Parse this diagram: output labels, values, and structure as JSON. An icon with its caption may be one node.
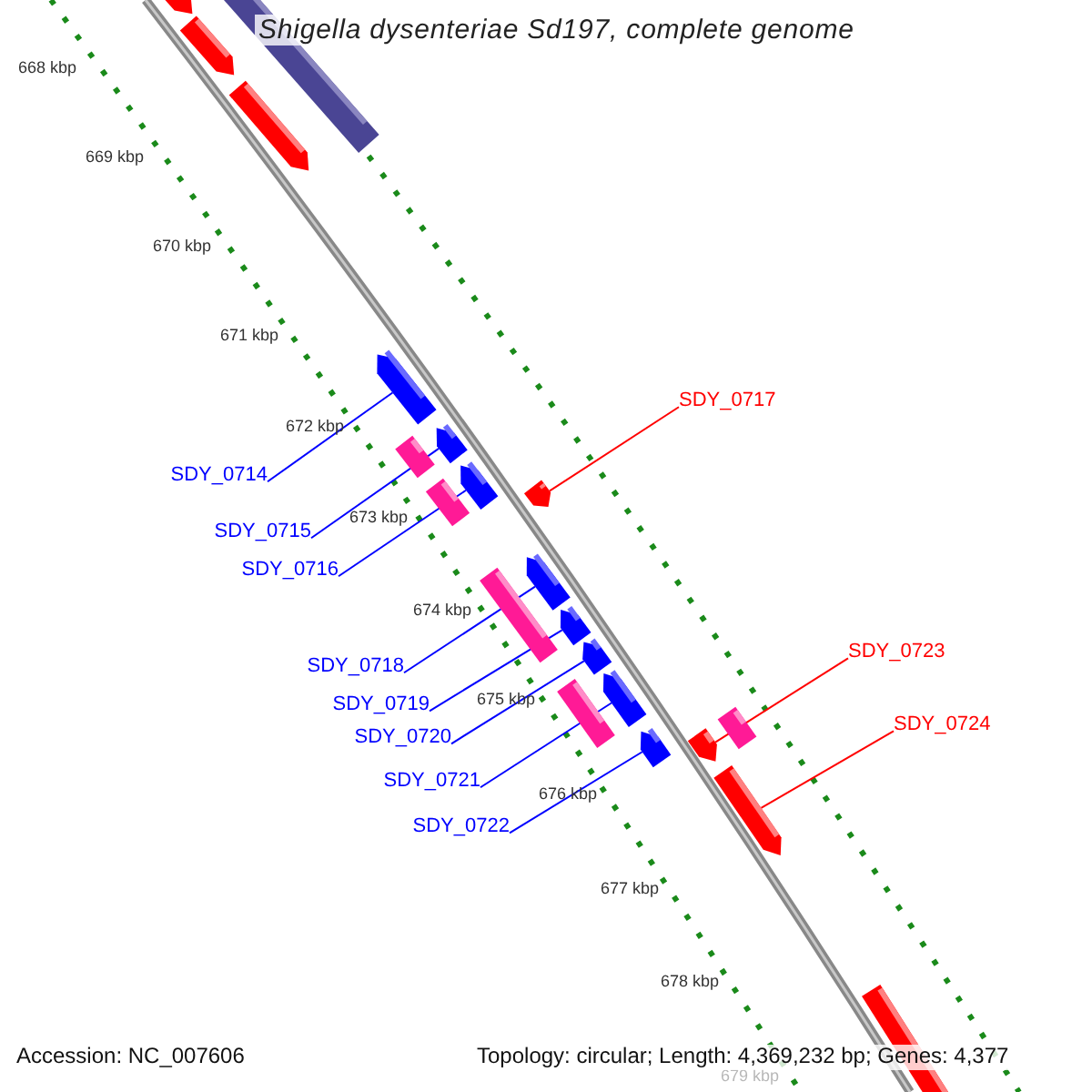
{
  "diagram": {
    "title": "Shigella dysenteriae Sd197, complete genome",
    "nodes": [
      {
        "text": [
          "SDY_0717"
        ]
      },
      {
        "text": [
          "SDY_0714"
        ]
      },
      {
        "text": [
          "SDY_0715"
        ]
      },
      {
        "text": [
          "SDY_0716"
        ]
      },
      {
        "text": [
          "SDY_0723"
        ]
      },
      {
        "text": [
          "SDY_0718"
        ]
      },
      {
        "text": [
          "SDY_0719"
        ]
      },
      {
        "text": [
          "SDY_0724"
        ]
      },
      {
        "text": [
          "SDY_0720"
        ]
      },
      {
        "text": [
          "SDY_0721"
        ]
      },
      {
        "text": [
          "SDY_0722"
        ]
      },
      {
        "text": [],
        "shape": "arrow"
      },
      {
        "text": [],
        "shape": "arrow"
      },
      {
        "text": [],
        "shape": "box"
      },
      {
        "text": [],
        "shape": "arrow"
      },
      {
        "text": [],
        "shape": "arrow"
      },
      {
        "text": [],
        "shape": "arrow"
      },
      {
        "text": [],
        "shape": "box"
      },
      {
        "text": [],
        "shape": "arrow"
      },
      {
        "text": [],
        "shape": "arrow"
      },
      {
        "text": [],
        "shape": "box"
      },
      {
        "text": [],
        "shape": "arrow"
      },
      {
        "text": [],
        "shape": "box"
      },
      {
        "text": [],
        "shape": "arrow"
      },
      {
        "text": [],
        "shape": "arrow"
      },
      {
        "text": [],
        "shape": "arrow"
      },
      {
        "text": [],
        "shape": "box"
      },
      {
        "text": [],
        "shape": "box"
      },
      {
        "text": [],
        "shape": "arrow"
      },
      {
        "text": [],
        "shape": "arrow"
      },
      {
        "text": [],
        "shape": "arrow"
      },
      {
        "text": [],
        "shape": "arrow"
      }
    ],
    "edges": [
      {
        "from": 0,
        "to": 19,
        "arrow": "none",
        "color": "#ff0000"
      },
      {
        "from": 1,
        "to": 15,
        "arrow": "none"
      },
      {
        "from": 2,
        "to": 16,
        "arrow": "none"
      },
      {
        "from": 3,
        "to": 18,
        "arrow": "none"
      },
      {
        "from": 4,
        "to": 29,
        "arrow": "none",
        "color": "#ff0000"
      },
      {
        "from": 5,
        "to": 21,
        "arrow": "none"
      },
      {
        "from": 6,
        "to": 23,
        "arrow": "none"
      },
      {
        "from": 7,
        "to": 30,
        "arrow": "none",
        "color": "#ff0000"
      },
      {
        "from": 8,
        "to": 24,
        "arrow": "none"
      },
      {
        "from": 9,
        "to": 25,
        "arrow": "none"
      },
      {
        "from": 10,
        "to": 28,
        "arrow": "none"
      }
    ],
    "labels": [
      "668 kbp",
      "669 kbp",
      "670 kbp",
      "671 kbp",
      "672 kbp",
      "673 kbp",
      "674 kbp",
      "675 kbp",
      "676 kbp",
      "677 kbp",
      "678 kbp",
      "679 kbp",
      "Accession: NC_007606",
      "Topology: circular; Length: 4,369,232 bp; Genes: 4,377"
    ]
  }
}
